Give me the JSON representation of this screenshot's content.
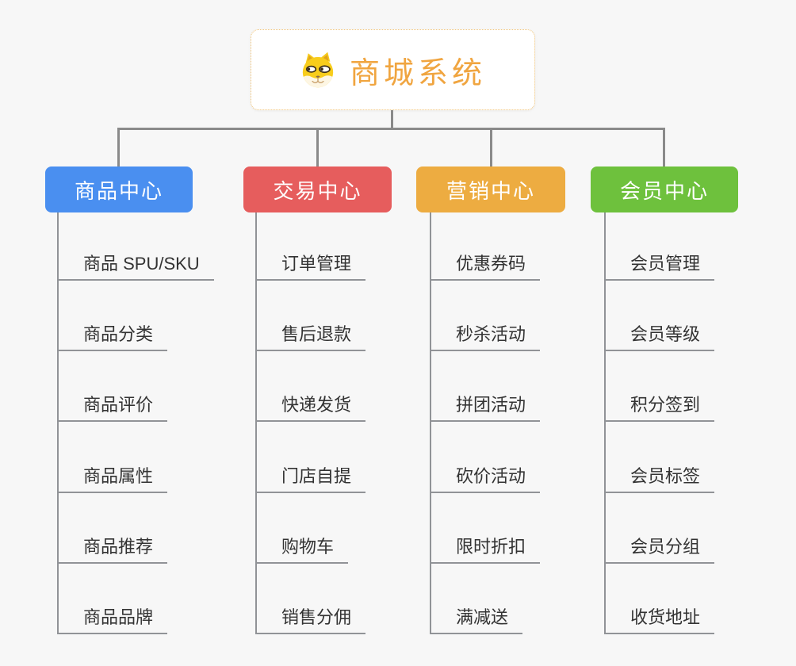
{
  "root": {
    "title": "商城系统",
    "icon": "doge-icon"
  },
  "branches": [
    {
      "label": "商品中心",
      "color": "#4a8ff0",
      "items": [
        "商品 SPU/SKU",
        "商品分类",
        "商品评价",
        "商品属性",
        "商品推荐",
        "商品品牌"
      ]
    },
    {
      "label": "交易中心",
      "color": "#e65d5d",
      "items": [
        "订单管理",
        "售后退款",
        "快递发货",
        "门店自提",
        "购物车",
        "销售分佣"
      ]
    },
    {
      "label": "营销中心",
      "color": "#edac41",
      "items": [
        "优惠券码",
        "秒杀活动",
        "拼团活动",
        "砍价活动",
        "限时折扣",
        "满减送"
      ]
    },
    {
      "label": "会员中心",
      "color": "#6ec13d",
      "items": [
        "会员管理",
        "会员等级",
        "积分签到",
        "会员标签",
        "会员分组",
        "收货地址"
      ]
    }
  ],
  "colors": {
    "background": "#f7f7f7",
    "connector": "#8a8a8a",
    "child_line": "#919397",
    "root_border": "#f0c377",
    "root_title": "#f0a540",
    "child_text": "#333333"
  }
}
